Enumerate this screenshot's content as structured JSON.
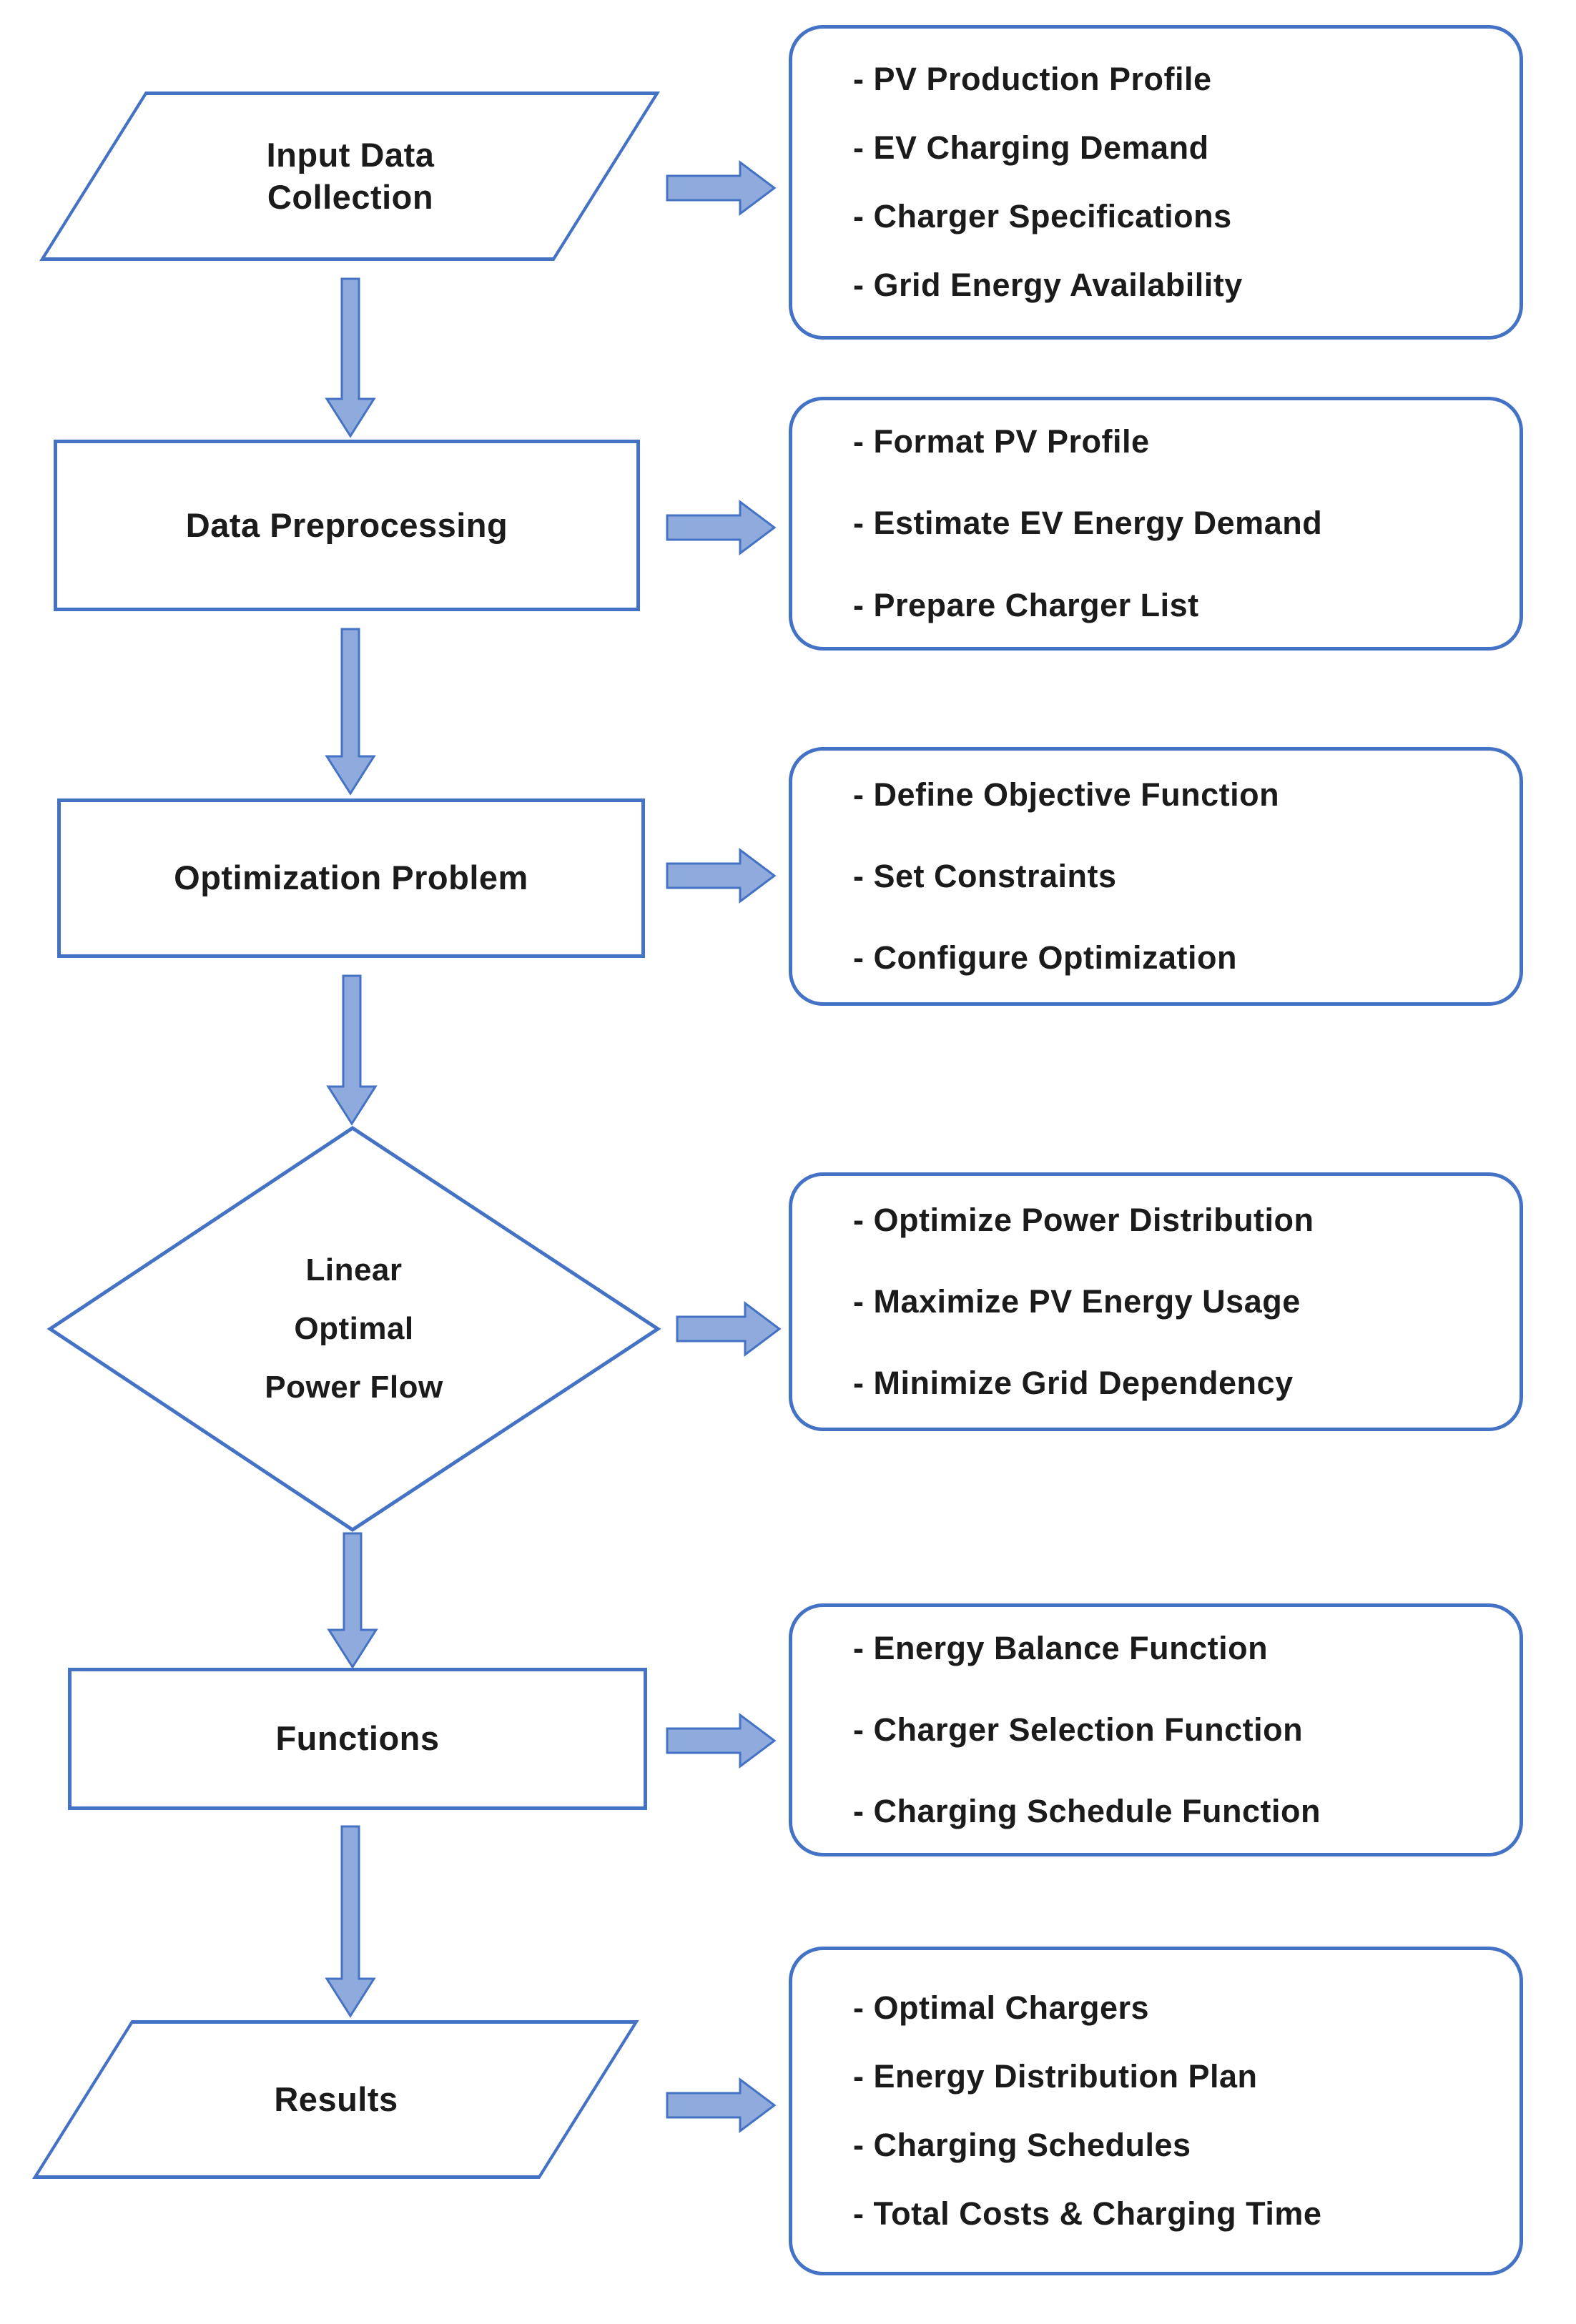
{
  "colors": {
    "border": "#4472C4",
    "arrow_fill": "#8FAADC",
    "arrow_border": "#4472C4",
    "text": "#1b1b1b",
    "bg": "#FFFFFF"
  },
  "rows": [
    {
      "shape": "parallelogram",
      "label_lines": [
        "Input Data",
        "Collection"
      ],
      "bullets": [
        "- PV Production Profile",
        "- EV Charging Demand",
        "- Charger Specifications",
        "- Grid Energy Availability"
      ]
    },
    {
      "shape": "rectangle",
      "label_lines": [
        "Data Preprocessing"
      ],
      "bullets": [
        "- Format PV Profile",
        "- Estimate EV Energy Demand",
        "- Prepare Charger List"
      ]
    },
    {
      "shape": "rectangle",
      "label_lines": [
        "Optimization Problem"
      ],
      "bullets": [
        "- Define Objective Function",
        "- Set Constraints",
        "- Configure Optimization"
      ]
    },
    {
      "shape": "diamond",
      "label_lines": [
        "Linear",
        "Optimal",
        "Power Flow"
      ],
      "bullets": [
        "- Optimize Power Distribution",
        "- Maximize PV Energy Usage",
        "- Minimize Grid Dependency"
      ]
    },
    {
      "shape": "rectangle",
      "label_lines": [
        "Functions"
      ],
      "bullets": [
        "- Energy Balance Function",
        "- Charger Selection Function",
        "- Charging Schedule Function"
      ]
    },
    {
      "shape": "parallelogram",
      "label_lines": [
        "Results"
      ],
      "bullets": [
        "- Optimal Chargers",
        "- Energy Distribution Plan",
        "- Charging Schedules",
        "- Total Costs & Charging Time"
      ]
    }
  ]
}
